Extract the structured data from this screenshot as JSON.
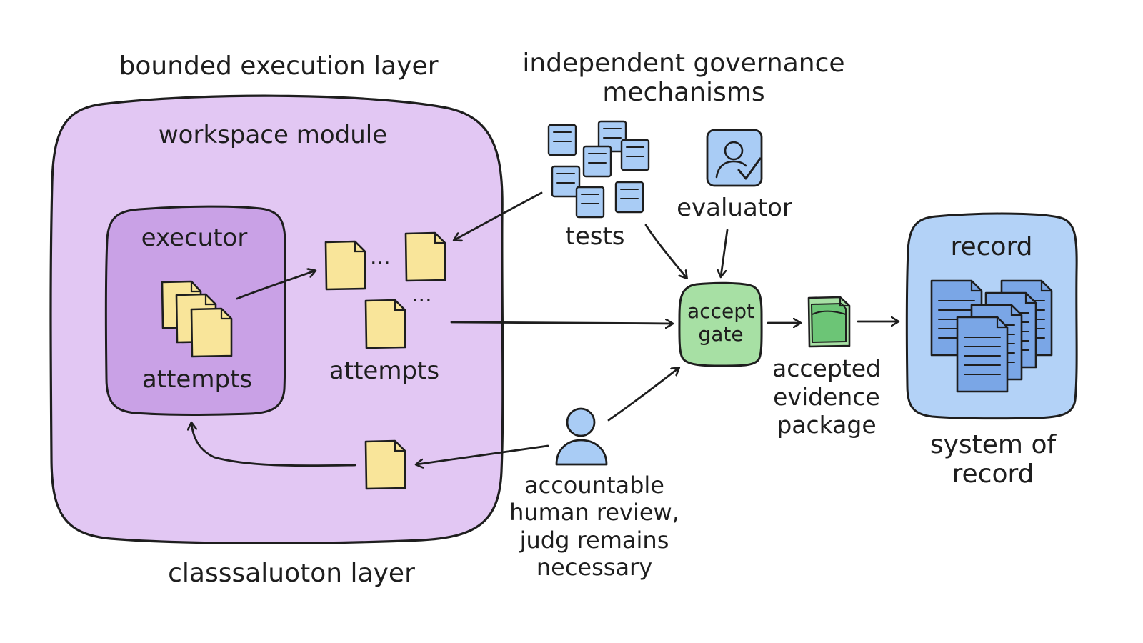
{
  "labels": {
    "bounded_execution_layer": "bounded execution layer",
    "workspace_module": "workspace module",
    "executor": "executor",
    "attempts_inner": "attempts",
    "attempts_outer": "attempts",
    "ellipsis_top": "...",
    "ellipsis_mid": "...",
    "classification_layer": "classsaluoton layer",
    "governance_line1": "independent governance",
    "governance_line2": "mechanisms",
    "tests": "tests",
    "evaluator": "evaluator",
    "accept_gate_line1": "accept",
    "accept_gate_line2": "gate",
    "evidence_line1": "accepted",
    "evidence_line2": "evidence",
    "evidence_line3": "package",
    "record": "record",
    "system_line1": "system of",
    "system_line2": "record",
    "human_line1": "accountable",
    "human_line2": "human review,",
    "human_line3": "judg remains",
    "human_line4": "necessary"
  },
  "colors": {
    "outer_layer_fill": "#e2c7f3",
    "executor_fill": "#c9a1e6",
    "doc_yellow": "#f9e59a",
    "doc_blue": "#a9ccf5",
    "doc_blue_dark": "#7aa6e6",
    "gate_green": "#a7e0a4",
    "package_green": "#6cc576",
    "record_fill": "#b3d2f7",
    "stroke": "#1e1e1e"
  },
  "icons": [
    "document-icon",
    "test-sheet-icon",
    "evaluator-check-icon",
    "person-icon",
    "evidence-package-icon",
    "record-stack-icon"
  ]
}
